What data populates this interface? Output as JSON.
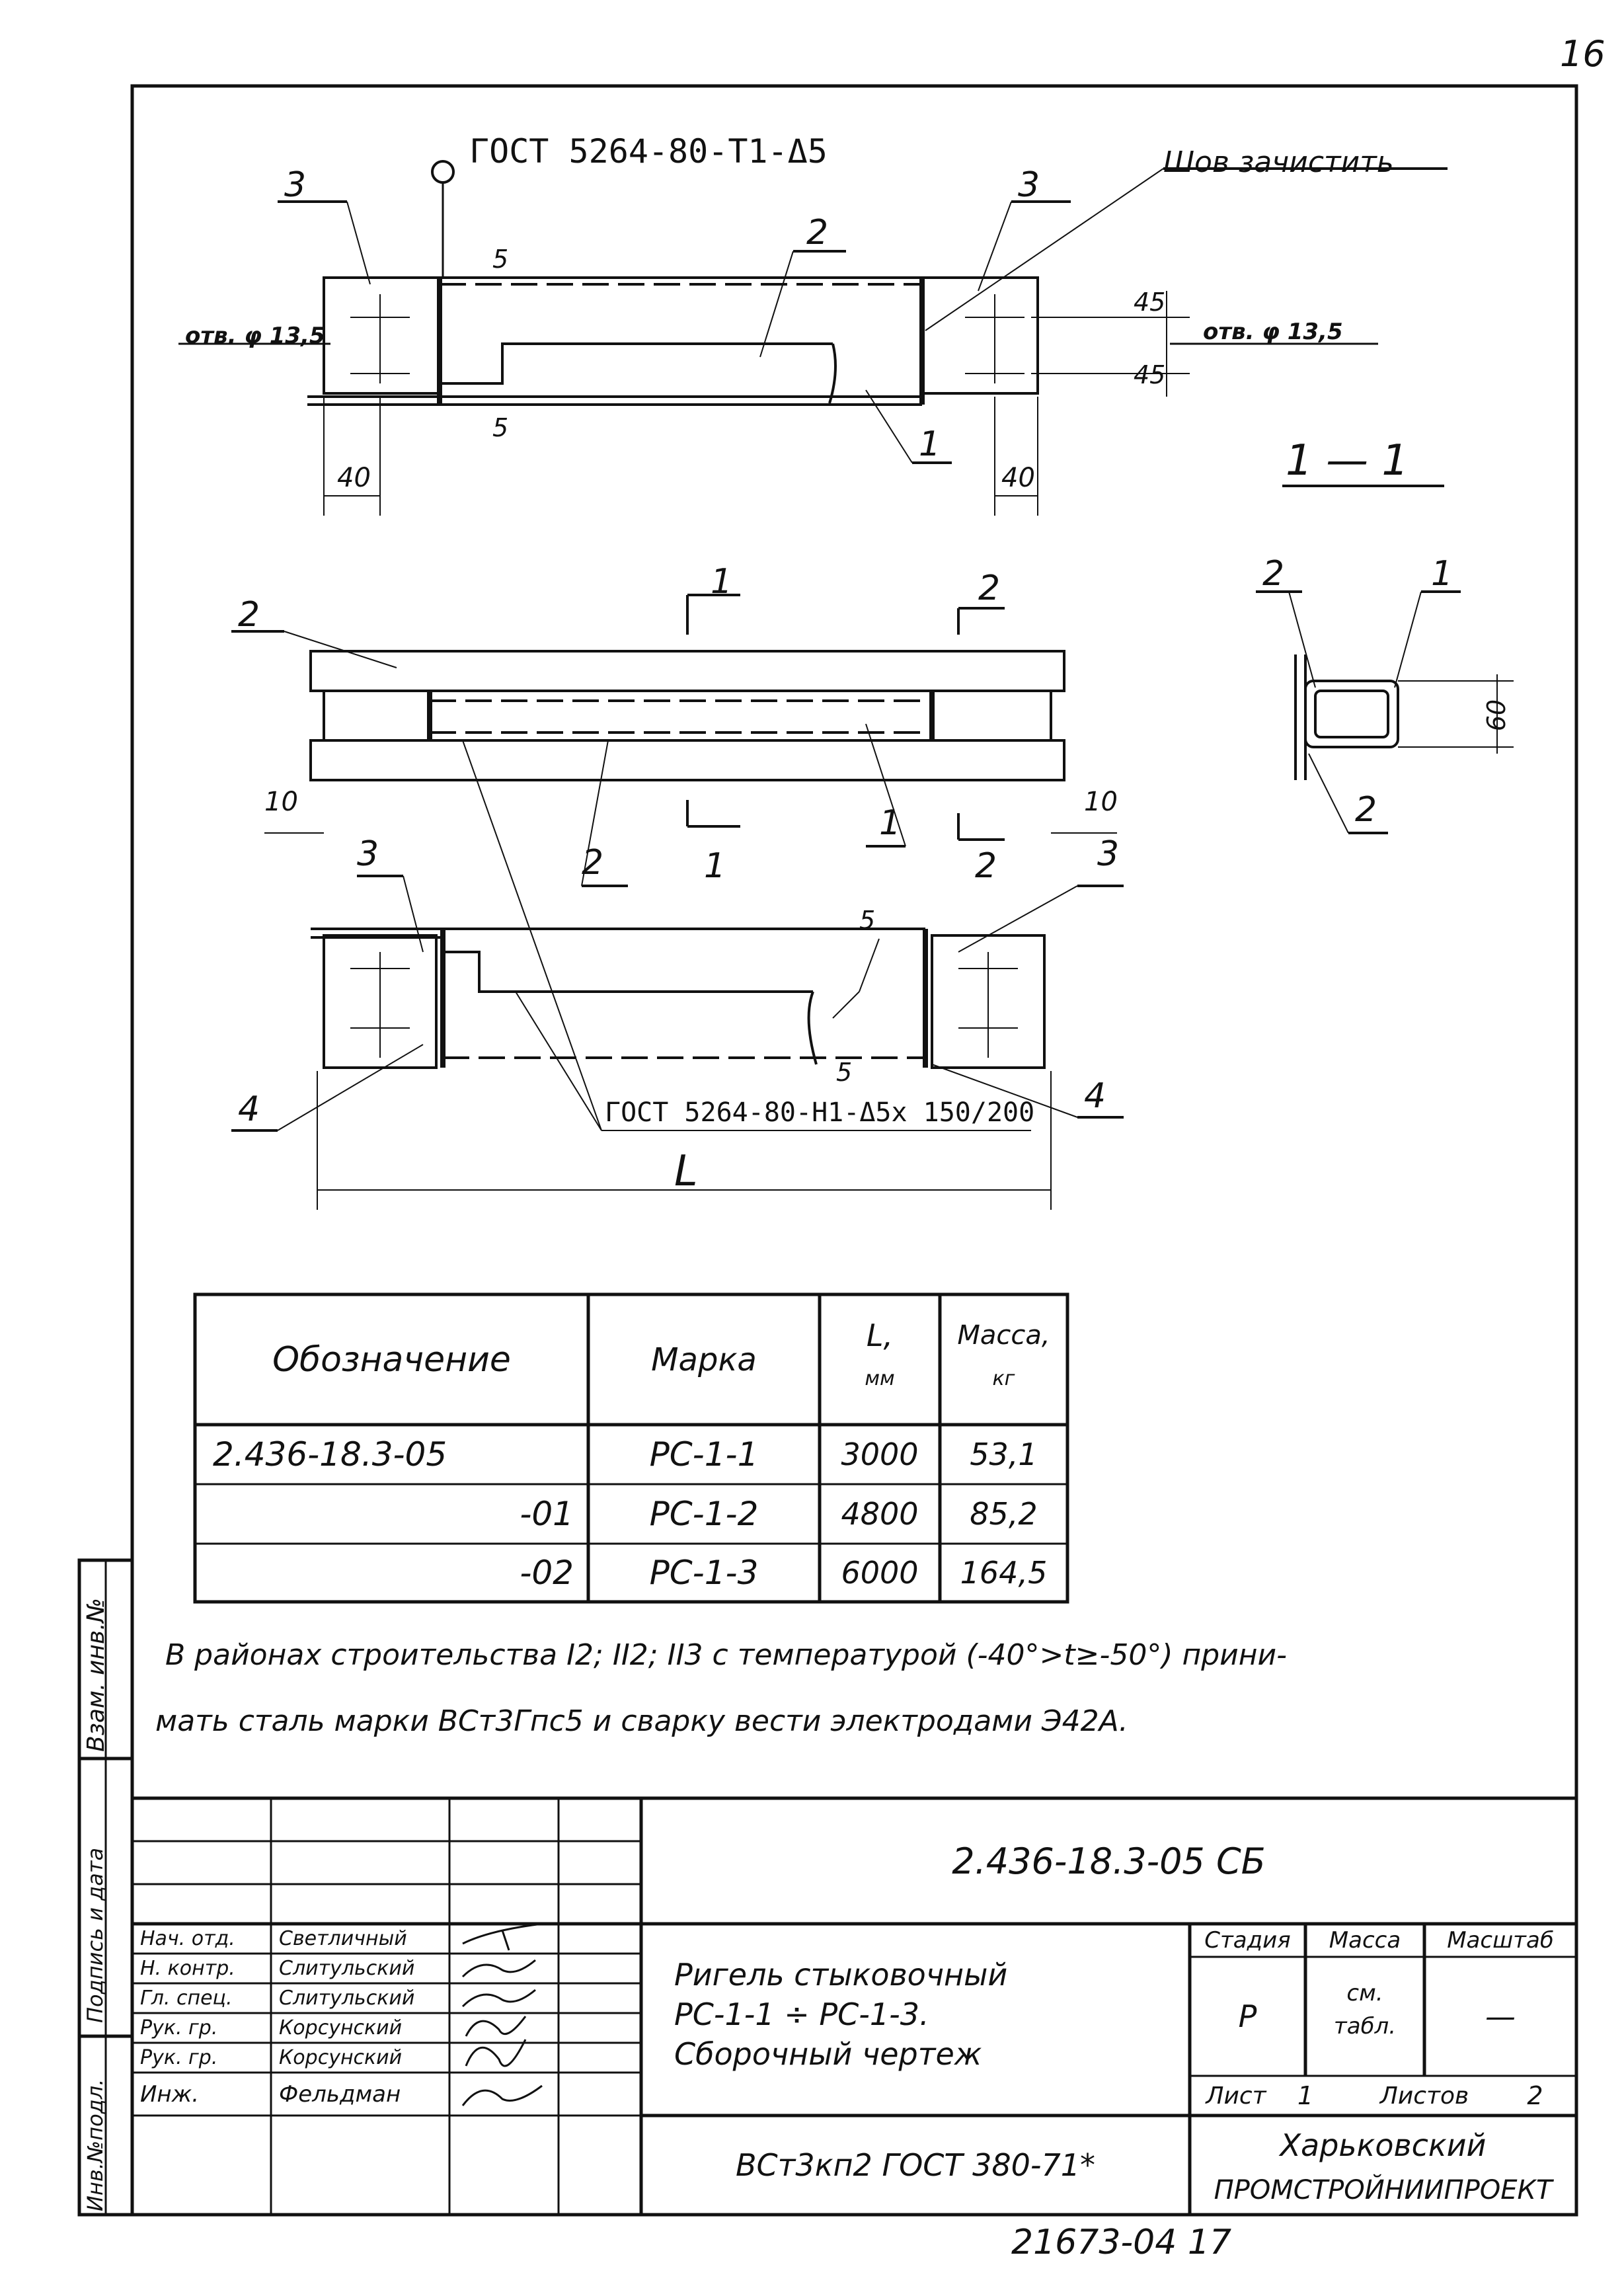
{
  "sheet_corner_number": "16",
  "bottom_code": "21673-04 17",
  "drawing": {
    "top_weld_ref": "ГОСТ 5264-80-Т1-Δ5",
    "weld_clean_note": "Шов зачистить",
    "hole_left": "отв. φ 13,5",
    "hole_right": "отв. φ 13,5",
    "dims_top": {
      "d5_top": "5",
      "d5_bottom": "5",
      "d45_a": "45",
      "d45_b": "45",
      "d40_left": "40",
      "d40_right": "40"
    },
    "dims_plan": {
      "d10_left": "10",
      "d10_right": "10",
      "d5_a": "5",
      "d5_b": "5",
      "length": "L"
    },
    "section_marks": {
      "s1_top": "1",
      "s1_bottom": "1",
      "s2_top": "2",
      "s2_bottom": "2"
    },
    "bottom_weld_ref": "ГОСТ 5264-80-Н1-Δ5х 150/200",
    "callouts": {
      "top_3_left": "3",
      "top_3_right": "3",
      "top_2": "2",
      "top_1": "1",
      "mid_2": "2",
      "mid_1": "1",
      "mid_2b": "2",
      "bot_3_left": "3",
      "bot_3_right": "3",
      "bot_4_left": "4",
      "bot_4_right": "4"
    },
    "section_view": {
      "title": "1 — 1",
      "label_2_top": "2",
      "label_1": "1",
      "label_2_bottom": "2",
      "dim_60": "60"
    }
  },
  "spec_table": {
    "headers": [
      "Обозначение",
      "Марка",
      "L, мм",
      "Масса, кг"
    ],
    "header_L_top": "L,",
    "header_L_bottom": "мм",
    "header_mass_top": "Масса,",
    "header_mass_bottom": "кг",
    "rows": [
      [
        "2.436-18.3-05",
        "РС-1-1",
        "3000",
        "53,1"
      ],
      [
        "-01",
        "РС-1-2",
        "4800",
        "85,2"
      ],
      [
        "-02",
        "РС-1-3",
        "6000",
        "164,5"
      ]
    ]
  },
  "note_line1": "В районах строительства I2; II2; II3 с температурой (-40°>t≥-50°) прини-",
  "note_line2": "мать сталь марки ВСт3Гпс5 и сварку вести электродами Э42А.",
  "side_stamp": {
    "inv_exch": "Взам. инв.№",
    "sign_date": "Подпись и дата",
    "inv_orig": "Инв.№подл."
  },
  "title_block": {
    "doc_code": "2.436-18.3-05 СБ",
    "title_line1": "Ригель стыковочный",
    "title_line2": "РС-1-1 ÷ РС-1-3.",
    "title_line3": "Сборочный чертеж",
    "stage_label": "Стадия",
    "mass_label": "Масса",
    "scale_label": "Масштаб",
    "stage_value": "Р",
    "mass_value_1": "см.",
    "mass_value_2": "табл.",
    "scale_value": "—",
    "sheet_label": "Лист",
    "sheet_value": "1",
    "sheets_label": "Листов",
    "sheets_value": "2",
    "material": "ВСт3кп2 ГОСТ 380-71*",
    "org_line1": "Харьковский",
    "org_line2": "ПРОМСТРОЙНИИПРОЕКТ",
    "people": [
      {
        "role": "Нач. отд.",
        "name": "Светличный"
      },
      {
        "role": "Н. контр.",
        "name": "Слитульский"
      },
      {
        "role": "Гл. спец.",
        "name": "Слитульский"
      },
      {
        "role": "Рук. гр.",
        "name": "Корсунский"
      },
      {
        "role": "Рук. гр.",
        "name": "Корсунский"
      },
      {
        "role": "Инж.",
        "name": "Фельдман"
      }
    ]
  }
}
